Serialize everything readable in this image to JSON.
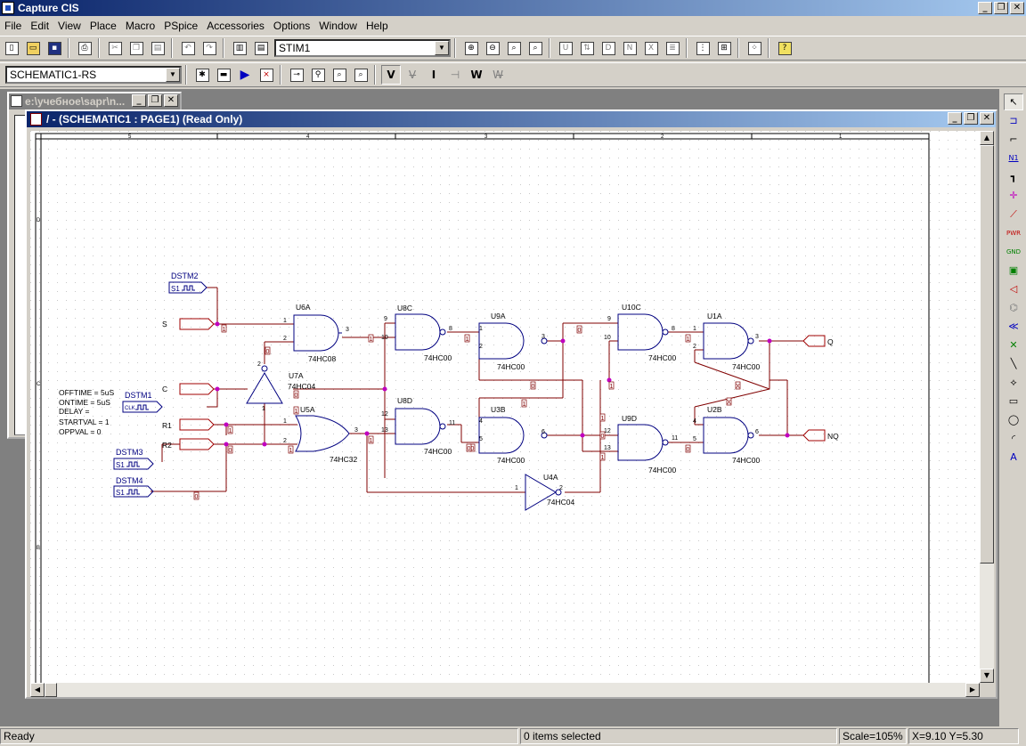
{
  "app": {
    "title": "Capture CIS"
  },
  "menus": [
    "File",
    "Edit",
    "View",
    "Place",
    "Macro",
    "PSpice",
    "Accessories",
    "Options",
    "Window",
    "Help"
  ],
  "toolbar1": {
    "stim_combo": "STIM1"
  },
  "toolbar2": {
    "design_combo": "SCHEMATIC1-RS",
    "tool_letters": [
      "V",
      "I",
      "W"
    ]
  },
  "back_window": {
    "title": "e:\\учебное\\sapr\\n..."
  },
  "doc_window": {
    "title": "/ - (SCHEMATIC1 : PAGE1) (Read Only)"
  },
  "border": {
    "cols": [
      "5",
      "4",
      "3",
      "2",
      "1"
    ],
    "rows": [
      "D",
      "C",
      "B"
    ]
  },
  "schematic": {
    "stims": {
      "dstm2": "DSTM2",
      "dstm1": "DSTM1",
      "dstm3": "DSTM3",
      "dstm4": "DSTM4",
      "s1": "S1",
      "clk": "CLK"
    },
    "ports": {
      "s": "S",
      "c": "C",
      "r1": "R1",
      "r2": "R2",
      "q": "Q",
      "nq": "NQ"
    },
    "params": [
      "OFFTIME = 5uS",
      "ONTIME = 5uS",
      "DELAY =",
      "STARTVAL = 1",
      "OPPVAL = 0"
    ],
    "parts": {
      "u6a": {
        "ref": "U6A",
        "val": "74HC08",
        "p1": "1",
        "p2": "2",
        "p3": "3"
      },
      "u8c": {
        "ref": "U8C",
        "val": "74HC00",
        "p1": "9",
        "p2": "10",
        "p3": "8"
      },
      "u9a": {
        "ref": "U9A",
        "val": "74HC00",
        "p1": "1",
        "p2": "2",
        "p3": "3"
      },
      "u10c": {
        "ref": "U10C",
        "val": "74HC00",
        "p1": "9",
        "p2": "10",
        "p3": "8"
      },
      "u1a": {
        "ref": "U1A",
        "val": "74HC00",
        "p1": "1",
        "p2": "2",
        "p3": "3"
      },
      "u7a": {
        "ref": "U7A",
        "val": "74HC04",
        "p1": "1",
        "p2": "2"
      },
      "u5a": {
        "ref": "U5A",
        "val": "74HC32",
        "p1": "1",
        "p2": "2",
        "p3": "3"
      },
      "u8d": {
        "ref": "U8D",
        "val": "74HC00",
        "p1": "12",
        "p2": "13",
        "p3": "11"
      },
      "u3b": {
        "ref": "U3B",
        "val": "74HC00",
        "p1": "4",
        "p2": "5",
        "p3": "6"
      },
      "u9d": {
        "ref": "U9D",
        "val": "74HC00",
        "p1": "12",
        "p2": "13",
        "p3": "11"
      },
      "u2b": {
        "ref": "U2B",
        "val": "74HC00",
        "p1": "4",
        "p2": "5",
        "p3": "6"
      },
      "u4a": {
        "ref": "U4A",
        "val": "74HC04",
        "p1": "1",
        "p2": "2"
      }
    },
    "bubble_markers": [
      "1",
      "0",
      "1",
      "1",
      "0",
      "1",
      "0",
      "1",
      "0",
      "1",
      "1",
      "0",
      "0",
      "1",
      "0",
      "1",
      "1",
      "0",
      "0",
      "1",
      "X",
      "X",
      "1",
      "0"
    ]
  },
  "status": {
    "ready": "Ready",
    "selection": "0 items selected",
    "scale": "Scale=105%",
    "coords": "X=9.10  Y=5.30"
  },
  "colors": {
    "title_active": "#0a246a",
    "wire": "#800000",
    "part": "#000080",
    "junction": "#c000c0"
  }
}
